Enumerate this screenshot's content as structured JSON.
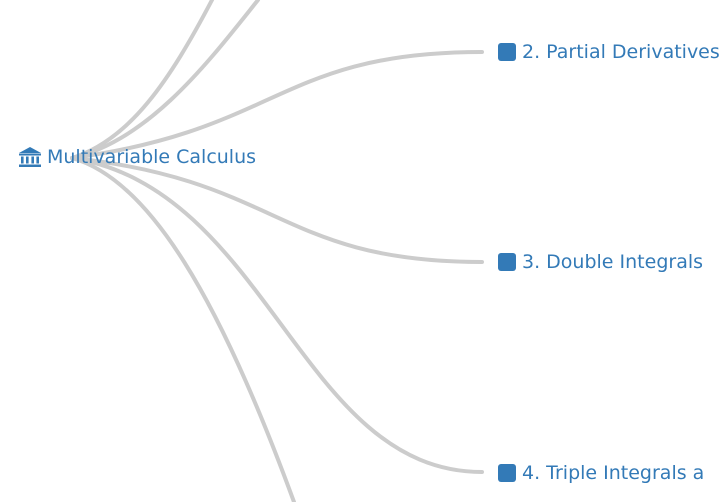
{
  "mindmap": {
    "root": {
      "label": "Multivariable Calculus",
      "icon": "institution-icon",
      "color": "#337ab7"
    },
    "children": [
      {
        "label": "2. Partial Derivatives"
      },
      {
        "label": "3. Double Integrals"
      },
      {
        "label": "4. Triple Integrals a"
      }
    ],
    "colors": {
      "node_text": "#337ab7",
      "edge": "#cccccc",
      "background": "#ffffff"
    }
  }
}
